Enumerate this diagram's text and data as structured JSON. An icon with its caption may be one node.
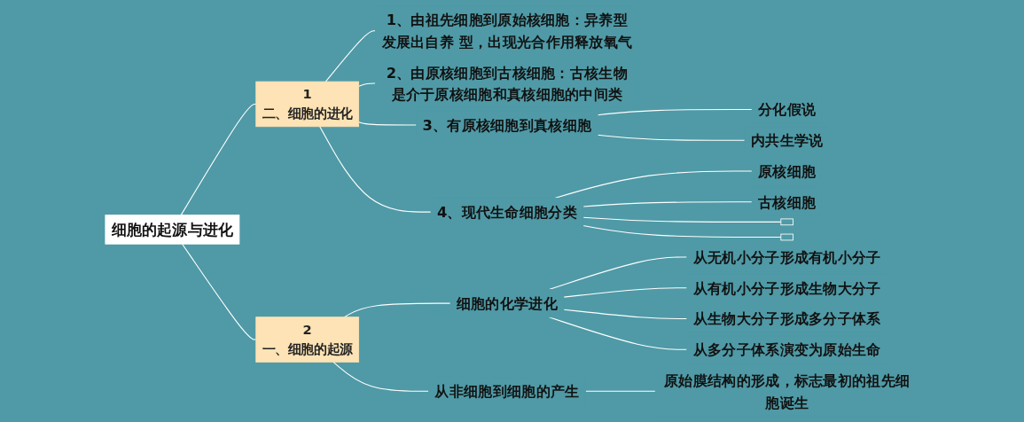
{
  "diagram": {
    "nodes": [
      {
        "text": [
          "细胞的起源与进化"
        ]
      },
      {
        "text": [
          "1",
          "二、细胞的进化"
        ]
      },
      {
        "text": [
          "1、由祖先细胞到原始核细胞：异养型发展出自养 型，出现光合作用释放氧气"
        ]
      },
      {
        "text": [
          "2、由原核细胞到古核细胞：古核生物是介于原核细胞和真核细胞的中间类"
        ]
      },
      {
        "text": [
          "3、有原核细胞到真核细胞"
        ]
      },
      {
        "text": [
          "分化假说"
        ]
      },
      {
        "text": [
          "内共生学说"
        ]
      },
      {
        "text": [
          "4、现代生命细胞分类"
        ]
      },
      {
        "text": [
          "原核细胞"
        ]
      },
      {
        "text": [
          "古核细胞"
        ]
      },
      {
        "text": [],
        "shape": "box"
      },
      {
        "text": [],
        "shape": "box"
      },
      {
        "text": [
          "2",
          "一、细胞的起源"
        ]
      },
      {
        "text": [
          "细胞的化学进化"
        ]
      },
      {
        "text": [
          "从无机小分子形成有机小分子"
        ]
      },
      {
        "text": [
          "从有机小分子形成生物大分子"
        ]
      },
      {
        "text": [
          "从生物大分子形成多分子体系"
        ]
      },
      {
        "text": [
          "从多分子体系演变为原始生命"
        ]
      },
      {
        "text": [
          "从非细胞到细胞的产生"
        ]
      },
      {
        "text": [
          "原始膜结构的形成，标志最初的祖先细胞诞生"
        ]
      }
    ],
    "edges": [
      {
        "from": 0,
        "to": 1,
        "arrow": "none"
      },
      {
        "from": 1,
        "to": 2,
        "arrow": "none"
      },
      {
        "from": 1,
        "to": 3,
        "arrow": "none"
      },
      {
        "from": 1,
        "to": 4,
        "arrow": "none"
      },
      {
        "from": 4,
        "to": 5,
        "arrow": "none"
      },
      {
        "from": 4,
        "to": 6,
        "arrow": "none"
      },
      {
        "from": 1,
        "to": 7,
        "arrow": "none"
      },
      {
        "from": 7,
        "to": 8,
        "arrow": "none"
      },
      {
        "from": 7,
        "to": 9,
        "arrow": "none"
      },
      {
        "from": 7,
        "to": 10,
        "arrow": "none"
      },
      {
        "from": 7,
        "to": 11,
        "arrow": "none"
      },
      {
        "from": 0,
        "to": 12,
        "arrow": "none"
      },
      {
        "from": 12,
        "to": 13,
        "arrow": "none"
      },
      {
        "from": 13,
        "to": 14,
        "arrow": "none"
      },
      {
        "from": 13,
        "to": 15,
        "arrow": "none"
      },
      {
        "from": 13,
        "to": 16,
        "arrow": "none"
      },
      {
        "from": 13,
        "to": 17,
        "arrow": "none"
      },
      {
        "from": 12,
        "to": 18,
        "arrow": "none"
      },
      {
        "from": 18,
        "to": 19,
        "arrow": "none"
      }
    ]
  }
}
